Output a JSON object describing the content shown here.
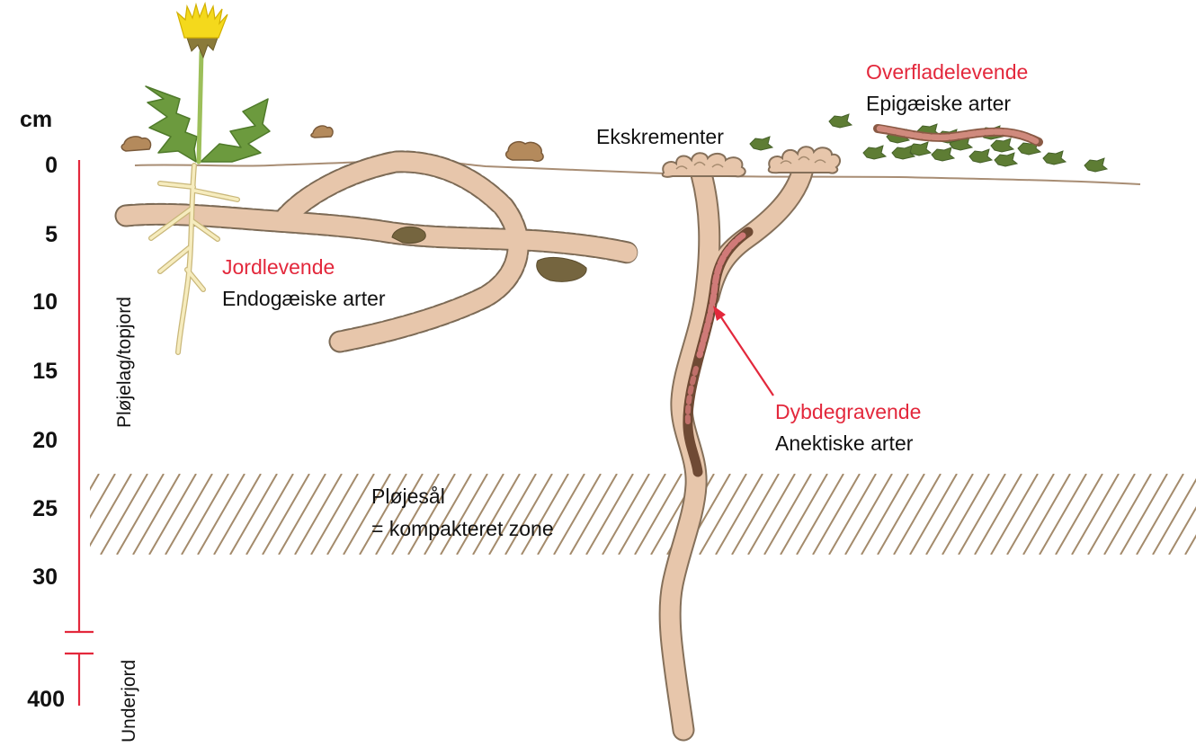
{
  "scale": {
    "unit": "cm",
    "ticks": [
      "0",
      "5",
      "10",
      "15",
      "20",
      "25",
      "30",
      "400"
    ]
  },
  "zones": {
    "topsoil": "Pløjelag/topjord",
    "subsoil": "Underjord"
  },
  "groups": {
    "endogeic": {
      "name": "Jordlevende",
      "type": "Endogæiske arter"
    },
    "anecic": {
      "name": "Dybdegravende",
      "type": "Anektiske arter"
    },
    "epigeic": {
      "name": "Overfladelevende",
      "type": "Epigæiske arter"
    }
  },
  "labels": {
    "casts": "Ekskrementer",
    "plough_pan": "Pløjesål",
    "plough_pan_note": "= kompakteret zone"
  },
  "colors": {
    "accent": "#e3283c",
    "burrow_fill": "#e7c6ab",
    "burrow_outline": "#85705a",
    "hatch": "#a48b6c",
    "leaf": "#5e7d34",
    "flower": "#f4d91c",
    "surface_line": "#a88d74"
  }
}
